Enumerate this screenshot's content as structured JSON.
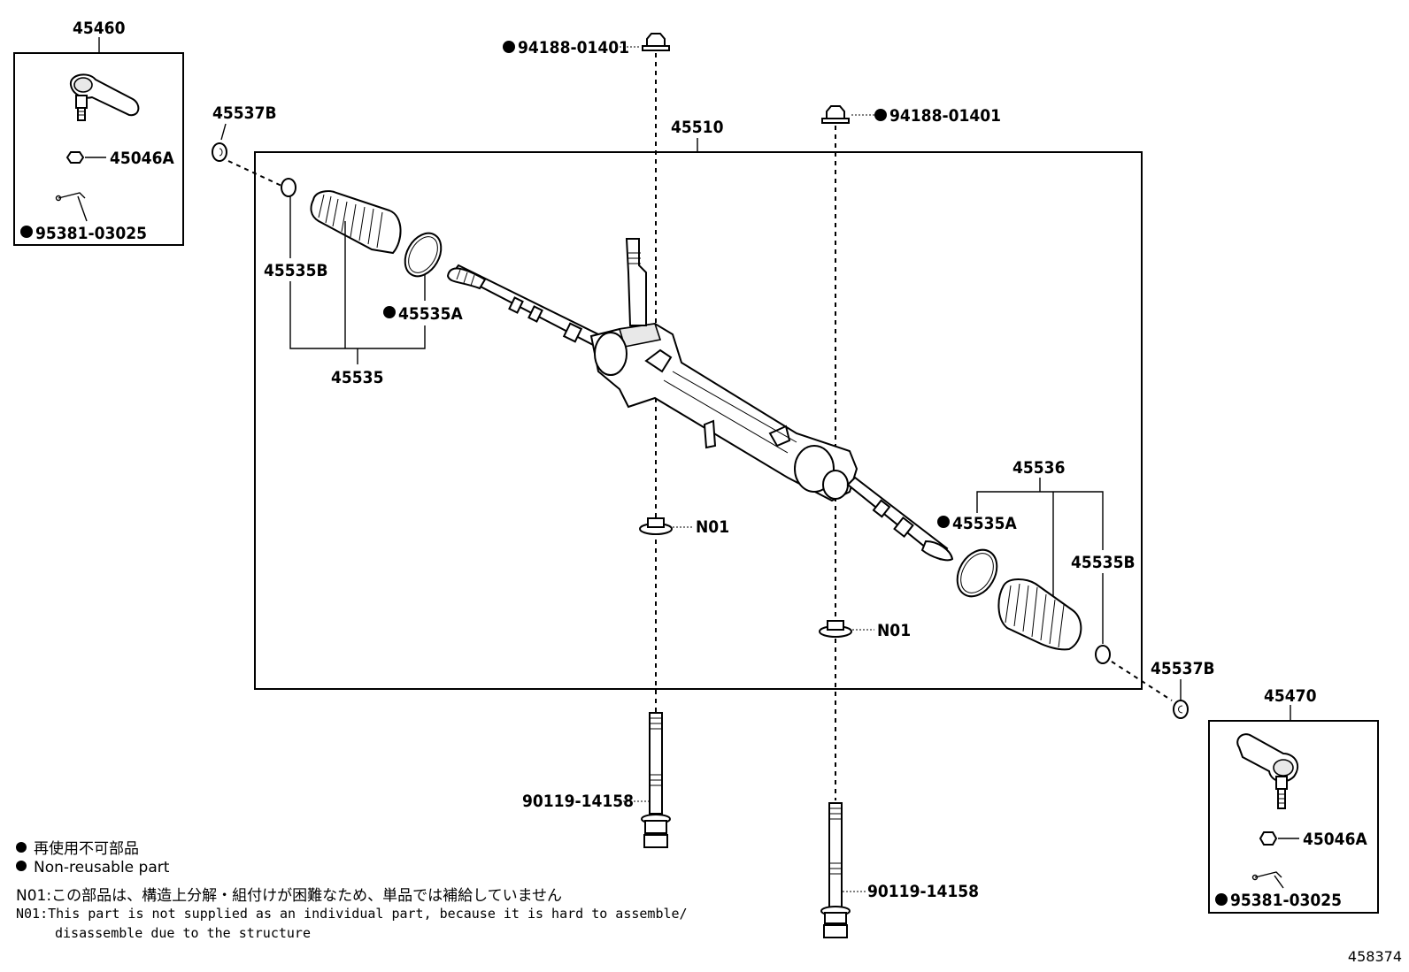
{
  "parts": {
    "tie_rod_end_lh": "45460",
    "tie_rod_end_rh": "45470",
    "rack_assy": "45510",
    "boot_set_lh": "45535",
    "boot_set_rh": "45536",
    "boot": "45535B",
    "boot_ring": "45535A",
    "clip_lh": "45537B",
    "clip_rh": "45537B",
    "nut": "45046A",
    "cotter_pin": "95381-03025",
    "upper_nut": "94188-01401",
    "bolt": "90119-14158",
    "inner_nut": "N01"
  },
  "legend": {
    "jp_nonreusable": "再使用不可部品",
    "en_nonreusable": "Non-reusable part",
    "jp_note": "N01:この部品は、構造上分解・組付けが困難なため、単品では補給していません",
    "en_note_line1": "N01:This part is not supplied as an individual part, because it is hard to assemble/",
    "en_note_line2": "disassemble due to the structure"
  },
  "diagram_id": "458374"
}
